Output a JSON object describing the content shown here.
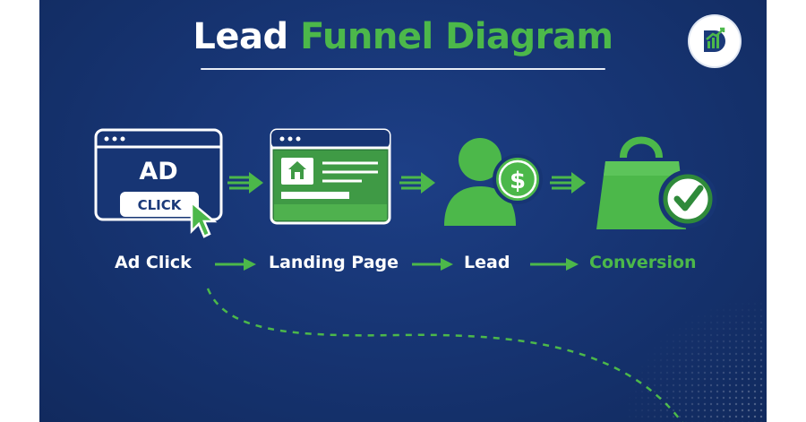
{
  "title": {
    "part1": "Lead",
    "part2": "Funnel Diagram"
  },
  "ad_icon": {
    "big_text": "AD",
    "button_text": "CLICK"
  },
  "stages": [
    {
      "label": "Ad Click"
    },
    {
      "label": "Landing Page"
    },
    {
      "label": "Lead"
    },
    {
      "label": "Conversion"
    }
  ],
  "colors": {
    "background": "#173574",
    "accent_green": "#4cb84a",
    "text_white": "#ffffff"
  }
}
